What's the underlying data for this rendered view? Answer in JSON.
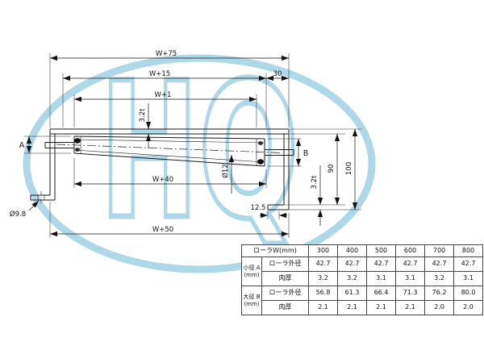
{
  "watermark": {
    "text": "HQ",
    "color": "#aed7e7"
  },
  "dims": {
    "overall_top": "W+75",
    "inner_top": "W+15",
    "offset_right": "30",
    "roller_face": "W+1",
    "plate_top": "3.2t",
    "dia_small": "A",
    "dia_large": "B",
    "shaft_len": "W+40",
    "shaft_dia": "Ø12",
    "frame_inner_h": "90",
    "frame_h": "100",
    "plate_bottom": "3.2t",
    "flange_lip": "12.5",
    "hole_dia": "Ø9.8",
    "overall_bottom": "W+50"
  },
  "table": {
    "title": "ローラW(mm)",
    "widths": [
      "300",
      "400",
      "500",
      "600",
      "700",
      "800"
    ],
    "groups": [
      {
        "name": "小径 A",
        "unit": "(mm)",
        "rows": [
          {
            "label": "ローラ外径",
            "values": [
              "42.7",
              "42.7",
              "42.7",
              "42.7",
              "42.7",
              "42.7"
            ]
          },
          {
            "label": "肉厚",
            "values": [
              "3.2",
              "3.2",
              "3.1",
              "3.1",
              "3.2",
              "3.1"
            ]
          }
        ]
      },
      {
        "name": "大径 B",
        "unit": "(mm)",
        "rows": [
          {
            "label": "ローラ外径",
            "values": [
              "56.8",
              "61.3",
              "66.4",
              "71.3",
              "76.2",
              "80.0"
            ]
          },
          {
            "label": "肉厚",
            "values": [
              "2.1",
              "2.1",
              "2.1",
              "2.1",
              "2.0",
              "2.0"
            ]
          }
        ]
      }
    ]
  }
}
